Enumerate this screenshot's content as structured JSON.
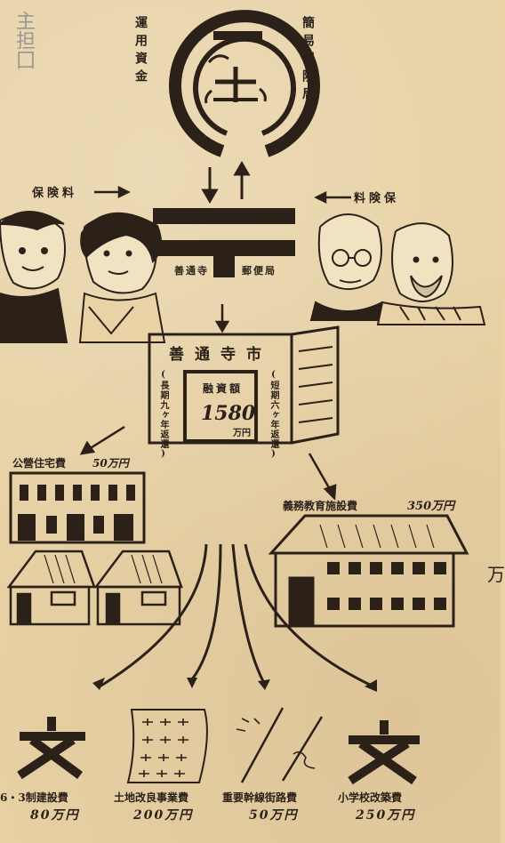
{
  "top": {
    "left_label": "運用資金",
    "right_label": "簡易保険局"
  },
  "premium_left": "保険料",
  "premium_right": "料険保",
  "post_office": [
    "善通寺",
    "郵便局"
  ],
  "city": {
    "title": "善通寺市",
    "left_side": "(長期九ヶ年返還)",
    "right_side": "(短期六ヶ年返還)",
    "loan_label": "融資額",
    "amount": "1580",
    "unit": "万円"
  },
  "housing": {
    "label": "公營住宅費",
    "amount": "50万円"
  },
  "school": {
    "label": "義務教育施設費",
    "amount": "350万円"
  },
  "bottom": [
    {
      "label": "6・3制建設費",
      "amount": "80万円"
    },
    {
      "label": "土地改良事業費",
      "amount": "200万円"
    },
    {
      "label": "重要幹線街路費",
      "amount": "50万円"
    },
    {
      "label": "小学校改築費",
      "amount": "250万円"
    }
  ],
  "pencil_note": "主担囗",
  "right_edge_text": "万",
  "colors": {
    "ink": "#2b2118",
    "paper": "#e8d2a6",
    "pencil": "#8c8c92"
  }
}
